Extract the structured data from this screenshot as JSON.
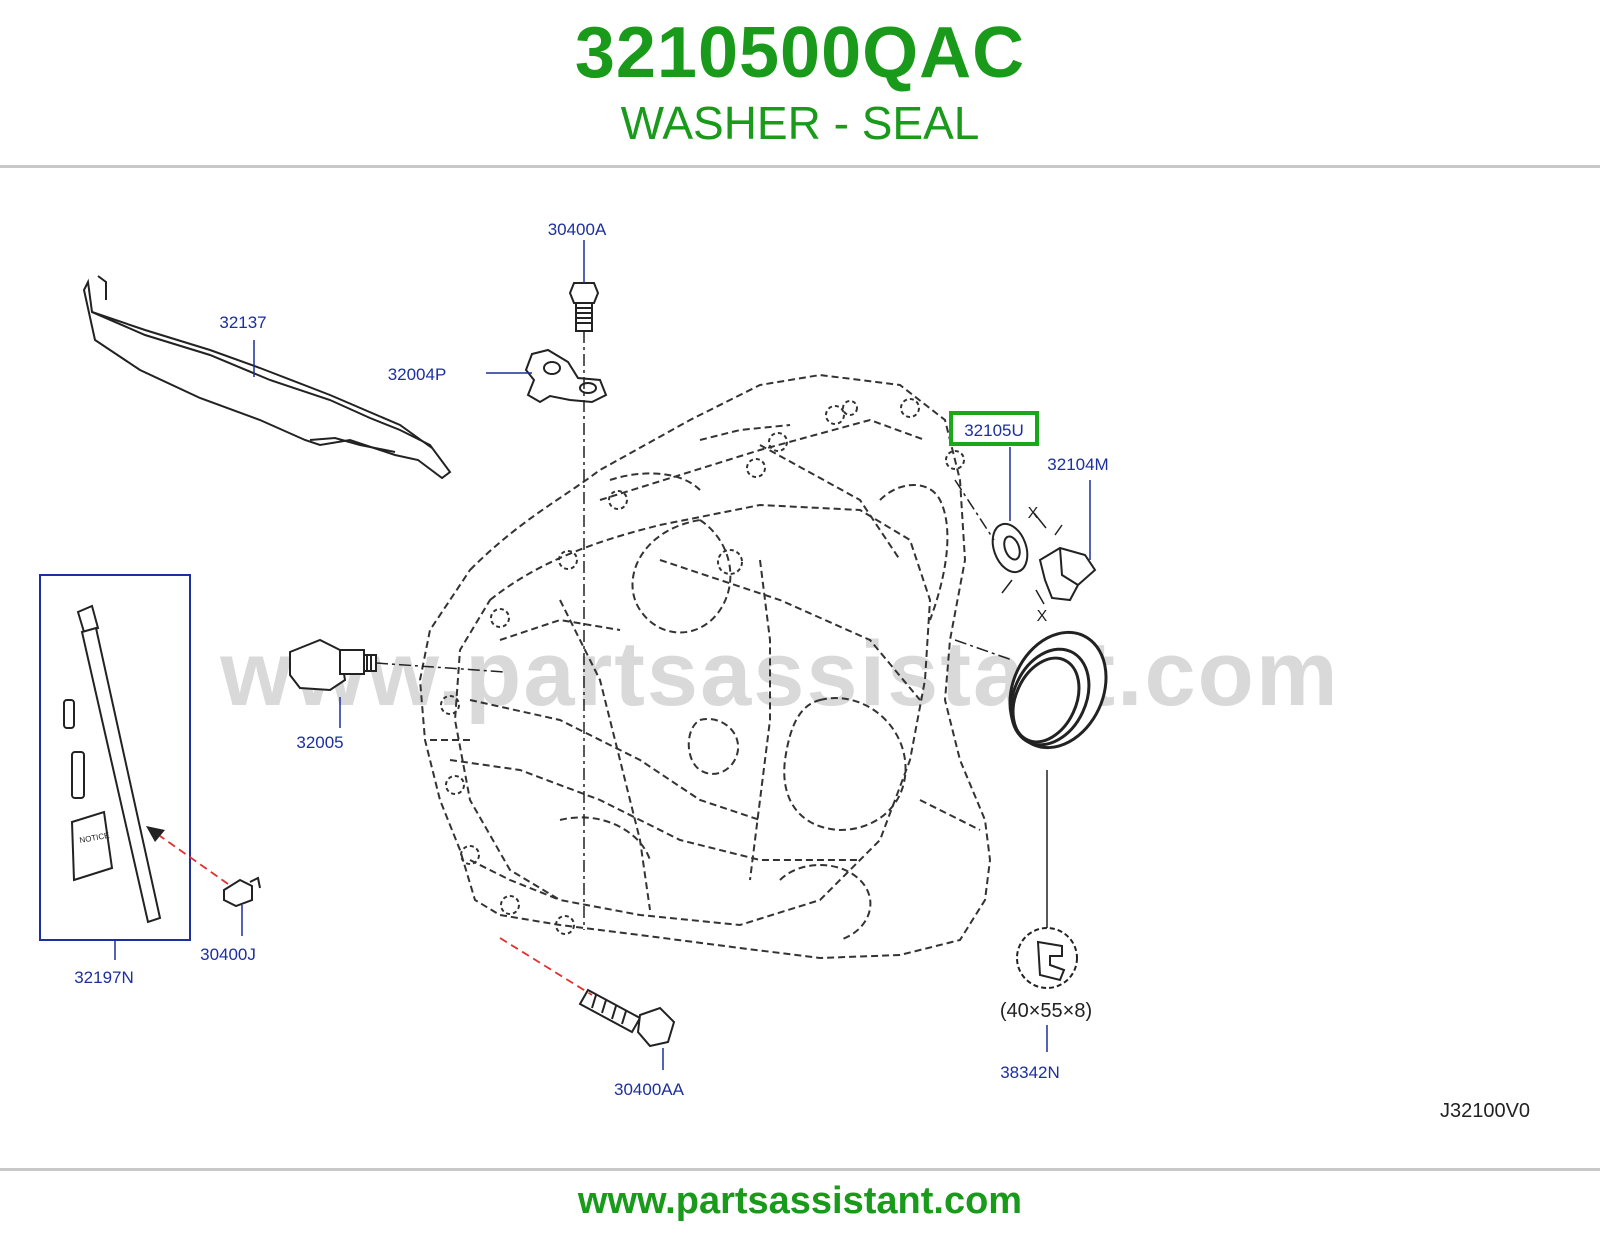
{
  "header": {
    "part_number": "3210500QAC",
    "part_name": "WASHER - SEAL"
  },
  "diagram": {
    "watermark": "www.partsassistant.com",
    "reference_code": "J32100V0",
    "highlighted_callout": "32105U",
    "highlight_color": "#1aa81a",
    "label_color": "#1c2f9e",
    "callouts": {
      "c30400A": "30400A",
      "c32137": "32137",
      "c32004P": "32004P",
      "c32105U": "32105U",
      "c32104M": "32104M",
      "c32005": "32005",
      "c32197N": "32197N",
      "c30400J": "30400J",
      "c30400AA": "30400AA",
      "c38342N": "38342N"
    },
    "seal_size": "(40×55×8)",
    "dimension_mark": "X",
    "notice_label": "NOTICE"
  },
  "footer": {
    "url": "www.partsassistant.com"
  }
}
